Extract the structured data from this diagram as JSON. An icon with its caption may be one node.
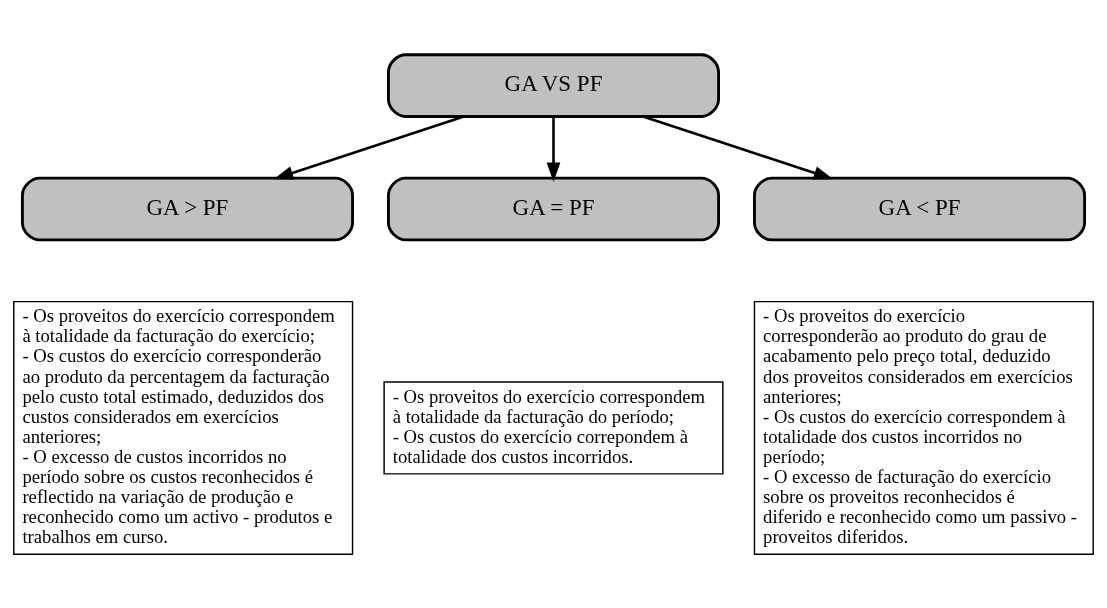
{
  "diagram": {
    "nodes": [
      {
        "text": [
          "GA VS PF"
        ]
      },
      {
        "text": [
          "GA > PF"
        ]
      },
      {
        "text": [
          "GA = PF"
        ]
      },
      {
        "text": [
          "GA < PF"
        ]
      },
      {
        "text": [
          "- Os proveitos do exercício correspondem à totalidade da facturação do exercício;",
          "- Os custos do exercício corresponderão ao produto da percentagem da facturação pelo custo total estimado, deduzidos dos custos considerados em exercícios anteriores;",
          "- O excesso de custos incorridos no período sobre os custos reconhecidos é reflectido na variação de produção e reconhecido como um activo - produtos e trabalhos em curso."
        ]
      },
      {
        "text": [
          "- Os proveitos do exercício correspondem à totalidade da facturação do período;",
          "- Os custos do exercício correpondem à totalidade dos custos incorridos."
        ]
      },
      {
        "text": [
          "- Os proveitos do exercício corresponderão ao produto do grau de acabamento pelo preço total, deduzido dos proveitos considerados em exercícios anteriores;",
          "- Os custos do exercício correspondem à totalidade dos custos incorridos no período;",
          "- O excesso de facturação do exercício sobre os proveitos reconhecidos é diferido e reconhecido como um passivo - proveitos diferidos."
        ]
      }
    ],
    "edges": [
      {
        "from": 0,
        "to": 1,
        "arrow": "to"
      },
      {
        "from": 0,
        "to": 2,
        "arrow": "to"
      },
      {
        "from": 0,
        "to": 3,
        "arrow": "to"
      }
    ]
  }
}
